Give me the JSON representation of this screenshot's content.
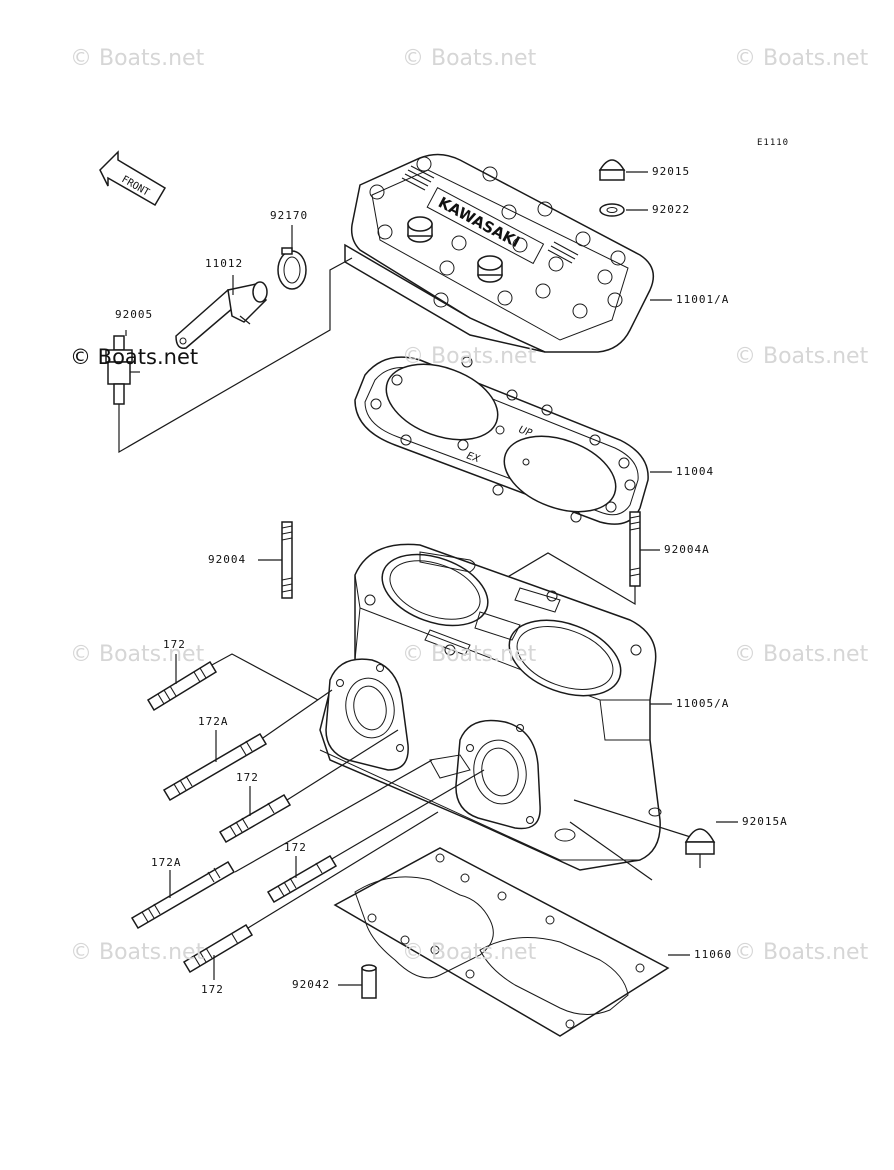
{
  "diagram_id": "E1110",
  "front_label": "FRONT",
  "labels": {
    "p92015": "92015",
    "p92022": "92022",
    "p92170": "92170",
    "p11012": "11012",
    "p92005": "92005",
    "p11001A": "11001/A",
    "p11004": "11004",
    "p92004": "92004",
    "p92004A": "92004A",
    "p172_1": "172",
    "p172A_1": "172A",
    "p172_2": "172",
    "p11005A": "11005/A",
    "p92015A": "92015A",
    "p172A_2": "172A",
    "p172_3": "172",
    "p11060": "11060",
    "p172_4": "172",
    "p92042": "92042"
  },
  "head_embossing": "KAWASAKI",
  "gasket_text": {
    "up": "UP",
    "ex": "EX"
  },
  "watermarks": [
    "© Boats.net",
    "© Boats.net",
    "© Boats.net",
    "© Boats.net",
    "© Boats.net",
    "© Boats.net",
    "© Boats.net",
    "© Boats.net",
    "© Boats.net",
    "© Boats.net",
    "© Boats.net",
    "© Boats.net"
  ]
}
